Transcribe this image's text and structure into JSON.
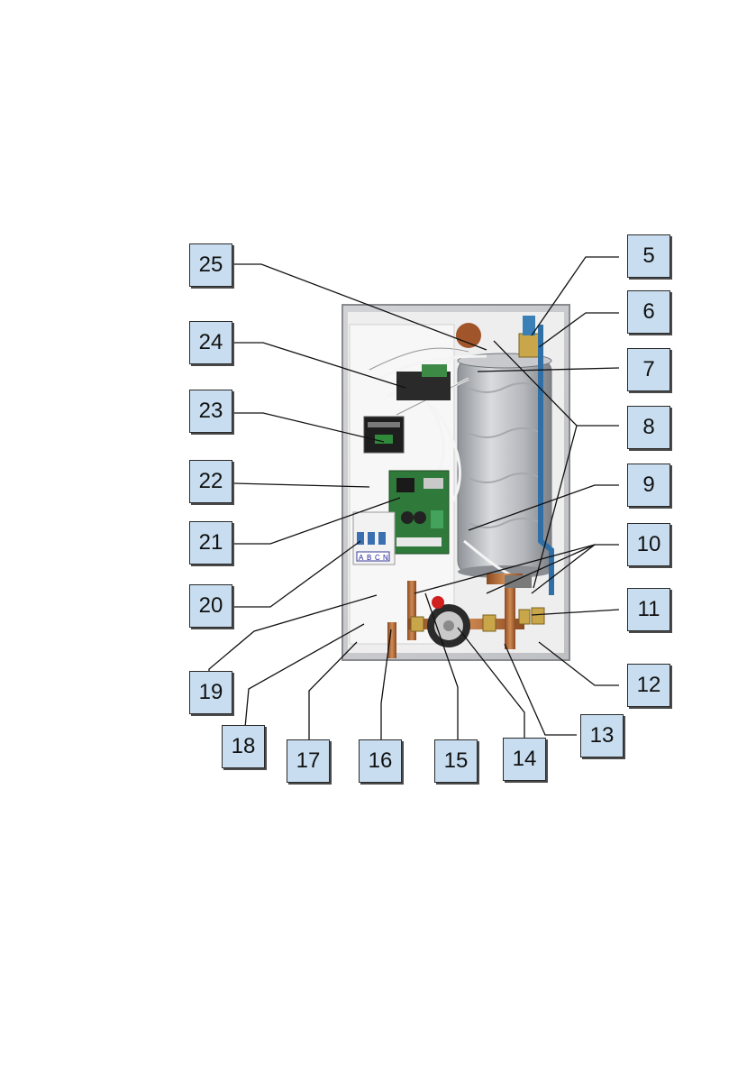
{
  "diagram": {
    "callouts": [
      {
        "id": "c5",
        "label": "5"
      },
      {
        "id": "c6",
        "label": "6"
      },
      {
        "id": "c7",
        "label": "7"
      },
      {
        "id": "c8",
        "label": "8"
      },
      {
        "id": "c9",
        "label": "9"
      },
      {
        "id": "c10",
        "label": "10"
      },
      {
        "id": "c11",
        "label": "11"
      },
      {
        "id": "c12",
        "label": "12"
      },
      {
        "id": "c13",
        "label": "13"
      },
      {
        "id": "c14",
        "label": "14"
      },
      {
        "id": "c15",
        "label": "15"
      },
      {
        "id": "c16",
        "label": "16"
      },
      {
        "id": "c17",
        "label": "17"
      },
      {
        "id": "c18",
        "label": "18"
      },
      {
        "id": "c19",
        "label": "19"
      },
      {
        "id": "c20",
        "label": "20"
      },
      {
        "id": "c21",
        "label": "21"
      },
      {
        "id": "c22",
        "label": "22"
      },
      {
        "id": "c23",
        "label": "23"
      },
      {
        "id": "c24",
        "label": "24"
      },
      {
        "id": "c25",
        "label": "25"
      }
    ],
    "breaker_labels": [
      "A",
      "B",
      "C",
      "N"
    ],
    "colors": {
      "label_fill": "#c8def0",
      "cabinet": "#e6e6e8",
      "tank": "#b9bcc0",
      "copper": "#b86d3a",
      "pcb": "#2f7a3a"
    }
  }
}
